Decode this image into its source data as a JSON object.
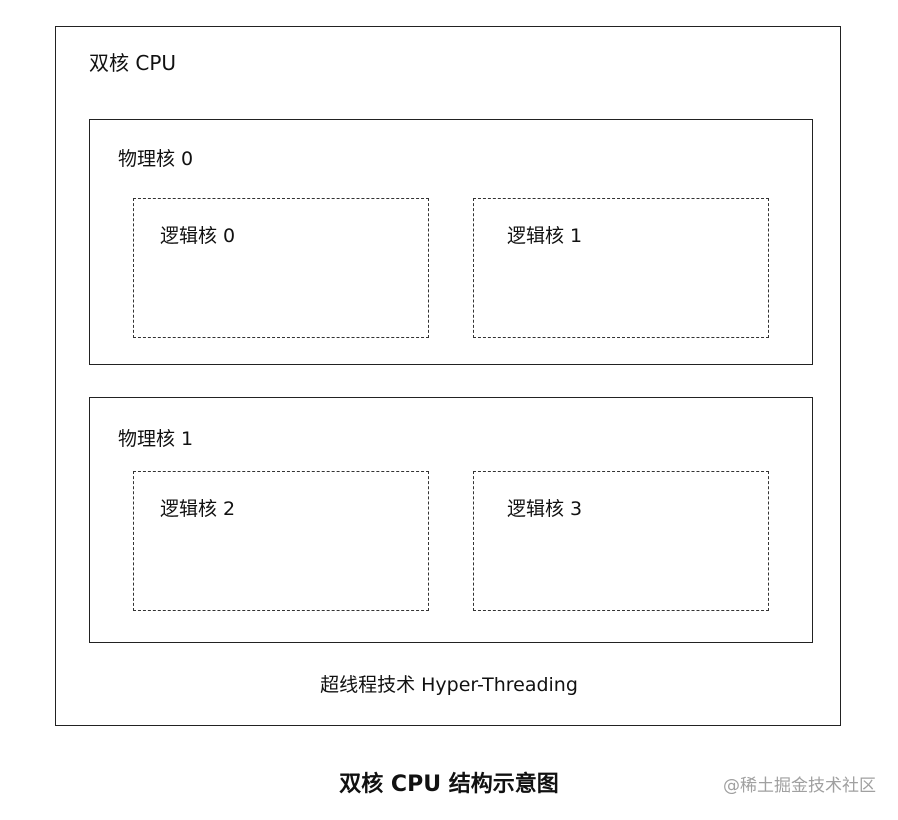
{
  "diagram": {
    "outer_label": "双核 CPU",
    "physical_cores": [
      {
        "label": "物理核 0",
        "logical_cores": [
          {
            "label": "逻辑核 0"
          },
          {
            "label": "逻辑核 1"
          }
        ]
      },
      {
        "label": "物理核 1",
        "logical_cores": [
          {
            "label": "逻辑核 2"
          },
          {
            "label": "逻辑核 3"
          }
        ]
      }
    ],
    "technology_label": "超线程技术 Hyper-Threading",
    "caption": "双核 CPU 结构示意图"
  },
  "watermark": "@稀土掘金技术社区",
  "colors": {
    "border": "#222222",
    "text": "#111111",
    "watermark": "#a0a0a0"
  }
}
